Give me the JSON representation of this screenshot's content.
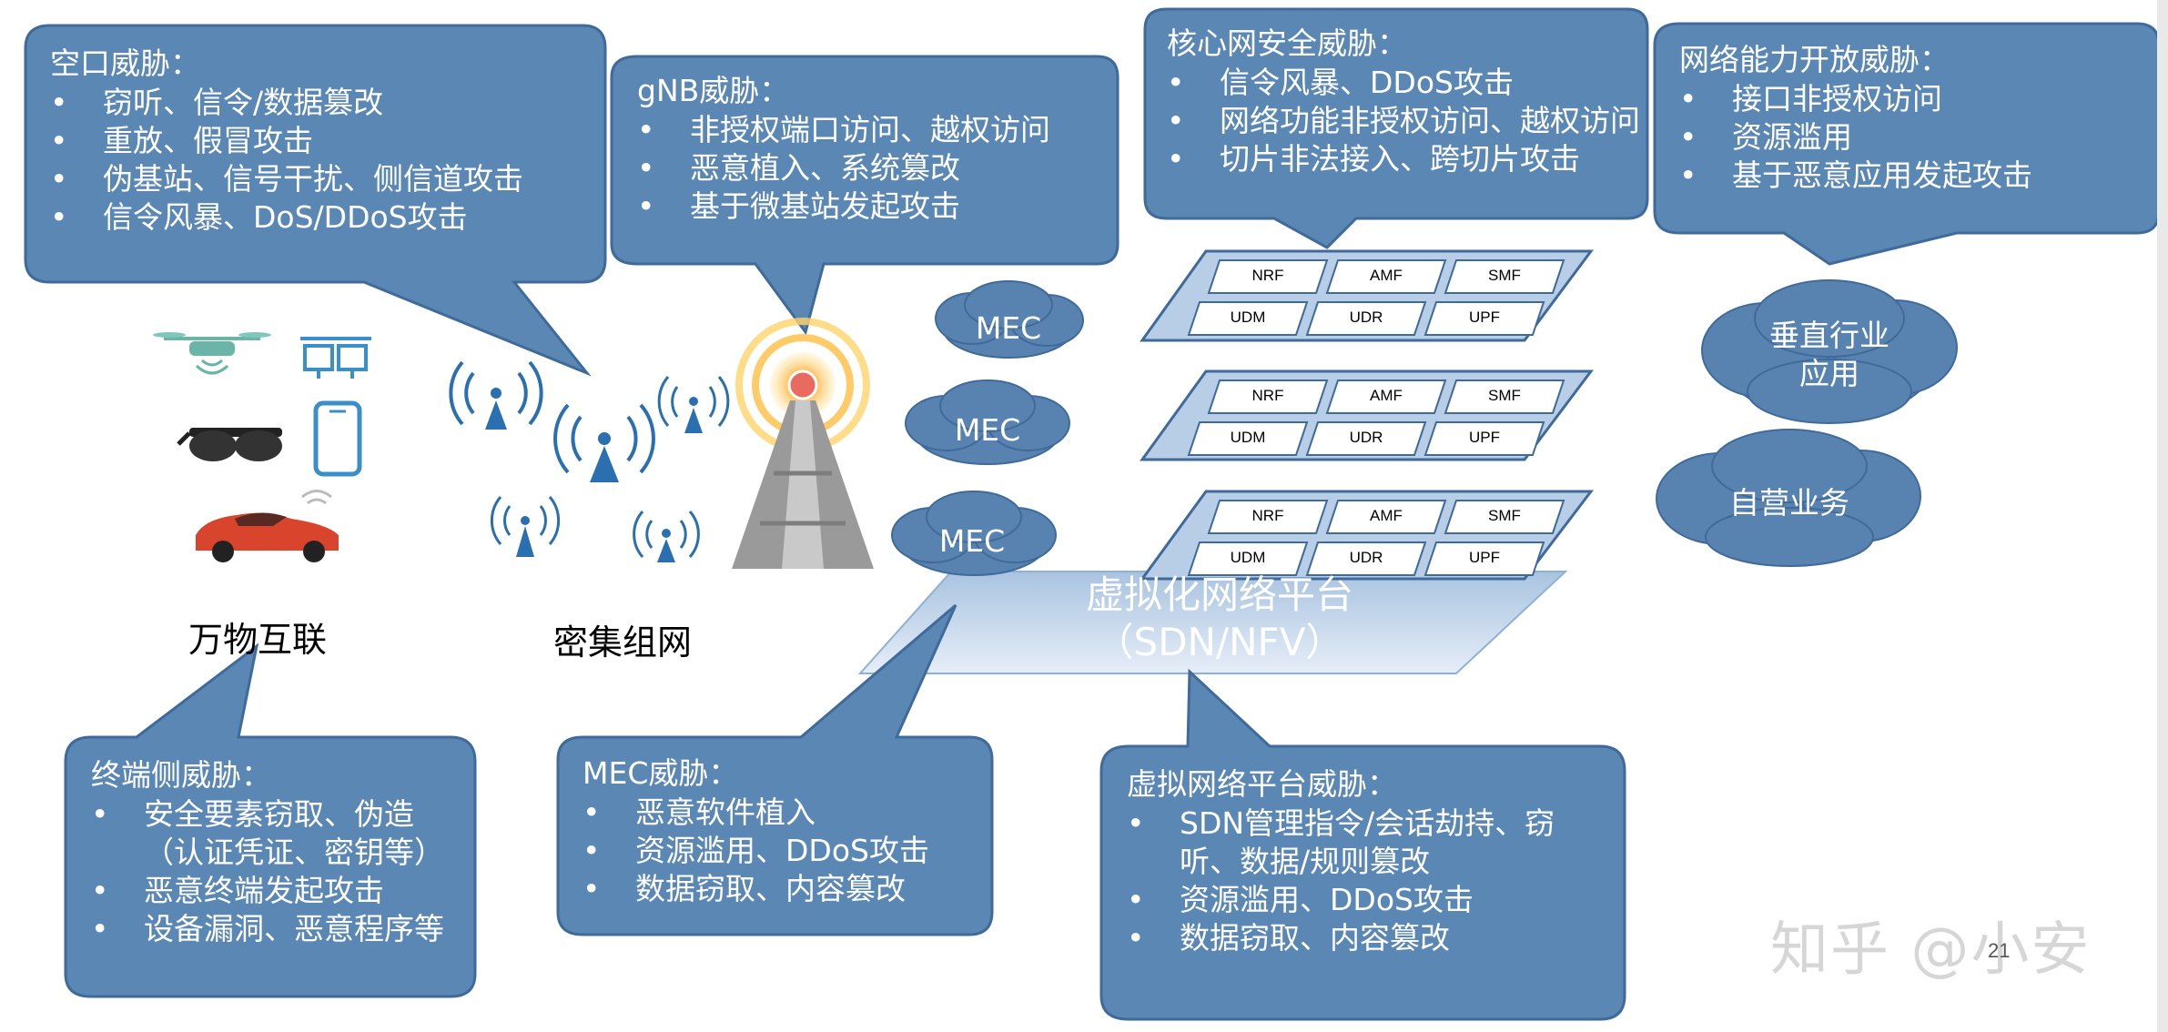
{
  "colors": {
    "bubble": "#5b87b5",
    "bubble_border": "#3f6a99",
    "cloud": "#5883b0",
    "platform": "#bed3ea"
  },
  "bubbles": {
    "air": {
      "title": "空口威胁：",
      "items": [
        "窃听、信令/数据篡改",
        "重放、假冒攻击",
        "伪基站、信号干扰、侧信道攻击",
        "信令风暴、DoS/DDoS攻击"
      ]
    },
    "gnb": {
      "title": "gNB威胁：",
      "items": [
        "非授权端口访问、越权访问",
        "恶意植入、系统篡改",
        "基于微基站发起攻击"
      ]
    },
    "core": {
      "title": "核心网安全威胁：",
      "items": [
        "信令风暴、DDoS攻击",
        "网络功能非授权访问、越权访问",
        "切片非法接入、跨切片攻击"
      ]
    },
    "exposure": {
      "title": "网络能力开放威胁：",
      "items": [
        "接口非授权访问",
        "资源滥用",
        "基于恶意应用发起攻击"
      ]
    },
    "terminal": {
      "title": "终端侧威胁：",
      "items": [
        "安全要素窃取、伪造（认证凭证、密钥等）",
        "恶意终端发起攻击",
        "设备漏洞、恶意程序等"
      ]
    },
    "mec": {
      "title": "MEC威胁：",
      "items": [
        "恶意软件植入",
        "资源滥用、DDoS攻击",
        "数据窃取、内容篡改"
      ]
    },
    "platform": {
      "title": "虚拟网络平台威胁：",
      "items": [
        "SDN管理指令/会话劫持、窃听、数据/规则篡改",
        "资源滥用、DDoS攻击",
        "数据窃取、内容篡改"
      ]
    }
  },
  "clouds": {
    "mec": "MEC",
    "vertical": "垂直行业\n应用",
    "self": "自营业务"
  },
  "captions": {
    "iot": "万物互联",
    "dense": "密集组网"
  },
  "network_functions": {
    "row1": [
      "NRF",
      "AMF",
      "SMF"
    ],
    "row2": [
      "UDM",
      "UDR",
      "UPF"
    ]
  },
  "platform": {
    "line1": "虚拟化网络平台",
    "line2": "（SDN/NFV）"
  },
  "watermark": "知乎 @小安",
  "page_number": "21"
}
